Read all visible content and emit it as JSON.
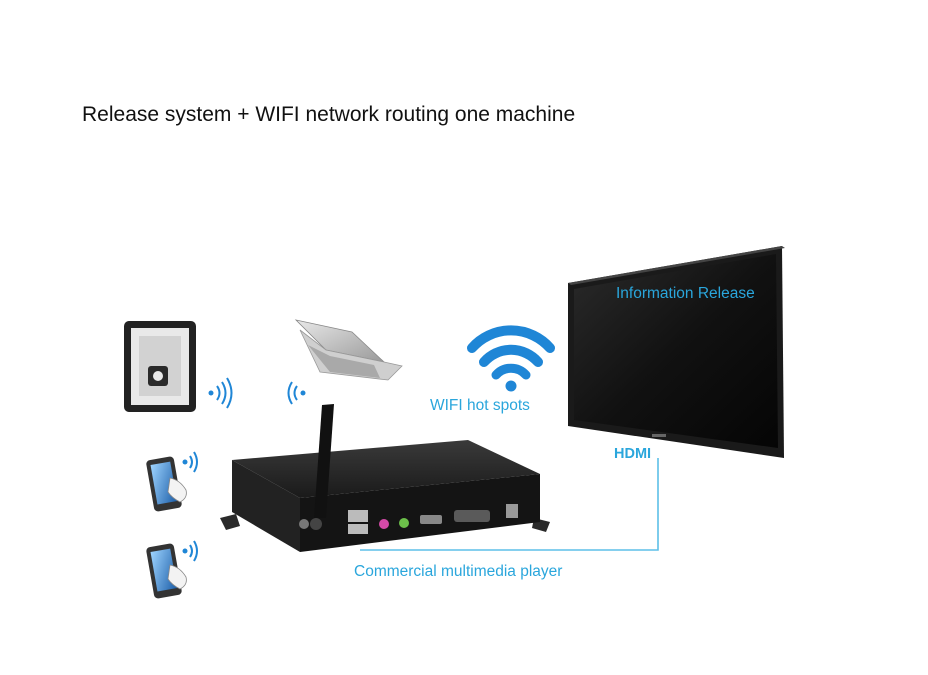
{
  "title": "Release system + WIFI network routing one machine",
  "labels": {
    "screen": "Information Release",
    "wifi": "WIFI hot spots",
    "hdmi": "HDMI",
    "player": "Commercial multimedia player"
  },
  "colors": {
    "accent": "#2aa6dc",
    "wifi_icon": "#1f86d6",
    "device_body": "#1b1b1b"
  },
  "icons": [
    "tablet-icon",
    "smartphone-icon",
    "laptop-icon",
    "wifi-icon",
    "signal-wave-icon",
    "monitor-icon",
    "media-player-icon"
  ]
}
